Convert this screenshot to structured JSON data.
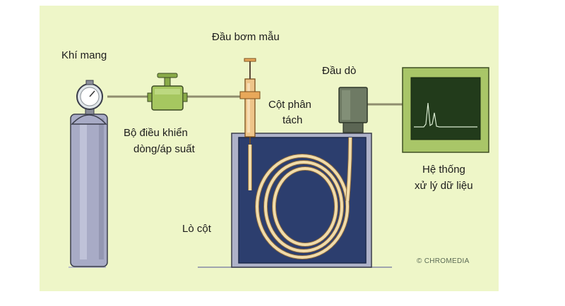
{
  "labels": {
    "carrier_gas": "Khí mang",
    "flow_controller_line1": "Bộ điều khiển",
    "flow_controller_line2": "dòng/áp suất",
    "injector": "Đầu bơm mẫu",
    "column_line1": "Cột phân",
    "column_line2": "tách",
    "detector": "Đầu dò",
    "data_system_line1": "Hệ thống",
    "data_system_line2": "xử lý dữ liệu",
    "oven": "Lò cột"
  },
  "credit": "© CHROMEDIA",
  "colors": {
    "background": "#eef6c8",
    "cylinder": "#a8abc6",
    "valve": "#a6c760",
    "oven_fill": "#2c3e6e",
    "column_coil": "#f1dcaa",
    "detector": "#6e7a64",
    "monitor": "#a9c668",
    "screen": "#223b1b",
    "syringe": "#e8a85a"
  }
}
